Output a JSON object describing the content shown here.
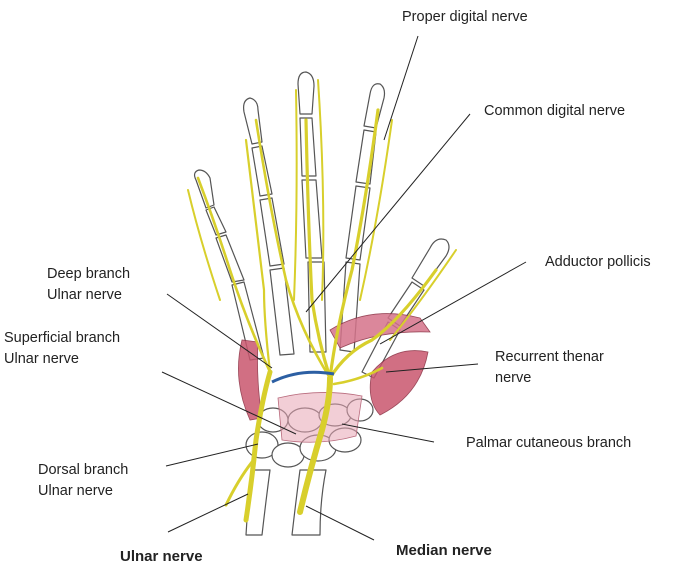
{
  "labels": {
    "proper_digital": "Proper digital nerve",
    "common_digital": "Common digital nerve",
    "adductor_pollicis": "Adductor pollicis",
    "deep_branch_1": "Deep branch",
    "deep_branch_2": "Ulnar nerve",
    "superficial_branch_1": "Superficial branch",
    "superficial_branch_2": "Ulnar nerve",
    "recurrent_thenar_1": "Recurrent thenar",
    "recurrent_thenar_2": "nerve",
    "palmar_cutaneous": "Palmar cutaneous branch",
    "dorsal_branch_1": "Dorsal branch",
    "dorsal_branch_2": "Ulnar nerve",
    "ulnar_nerve": "Ulnar nerve",
    "median_nerve": "Median nerve"
  },
  "colors": {
    "nerve": "#d8cf2c",
    "nerve_dark": "#a89f12",
    "muscle": "#c9566e",
    "ligament": "#e8a6b4",
    "bone_outline": "#555555",
    "deep_branch_nerve": "#2c5fa3",
    "leader_line": "#222222"
  }
}
